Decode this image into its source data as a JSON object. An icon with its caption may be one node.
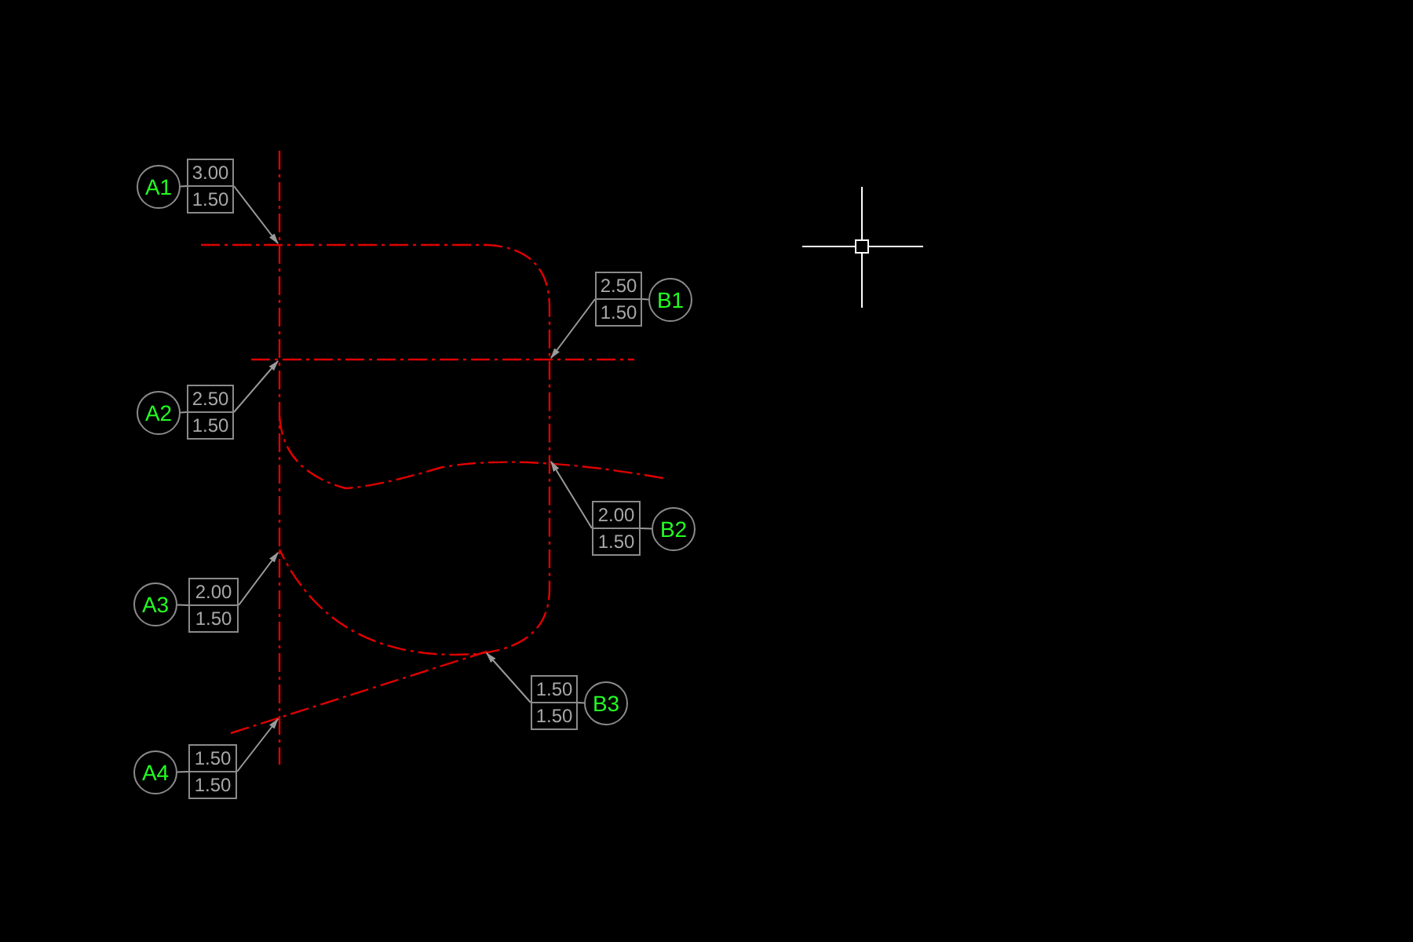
{
  "diagram": {
    "nodes": [
      {
        "text": [
          "A1"
        ]
      },
      {
        "text": [
          "3.00",
          "1.50"
        ]
      },
      {
        "text": [
          "2.50",
          "1.50"
        ]
      },
      {
        "text": [
          "B1"
        ]
      },
      {
        "text": [
          "A2"
        ]
      },
      {
        "text": [
          "2.50",
          "1.50"
        ]
      },
      {
        "text": [
          "2.00",
          "1.50"
        ]
      },
      {
        "text": [
          "B2"
        ]
      },
      {
        "text": [
          "A3"
        ]
      },
      {
        "text": [
          "2.00",
          "1.50"
        ]
      },
      {
        "text": [
          "1.50",
          "1.50"
        ]
      },
      {
        "text": [
          "B3"
        ]
      },
      {
        "text": [
          "A4"
        ]
      },
      {
        "text": [
          "1.50",
          "1.50"
        ]
      }
    ],
    "edges": [
      {
        "from": 0,
        "to": 1,
        "arrow": "none"
      },
      {
        "from": 1,
        "to": null,
        "arrow": "to"
      },
      {
        "from": 3,
        "to": 2,
        "arrow": "none"
      },
      {
        "from": 2,
        "to": null,
        "arrow": "to"
      },
      {
        "from": 4,
        "to": 5,
        "arrow": "none"
      },
      {
        "from": 5,
        "to": null,
        "arrow": "to"
      },
      {
        "from": 7,
        "to": 6,
        "arrow": "none"
      },
      {
        "from": 6,
        "to": null,
        "arrow": "to"
      },
      {
        "from": 8,
        "to": 9,
        "arrow": "none"
      },
      {
        "from": 9,
        "to": null,
        "arrow": "to"
      },
      {
        "from": 11,
        "to": 10,
        "arrow": "none"
      },
      {
        "from": 10,
        "to": null,
        "arrow": "to"
      },
      {
        "from": 12,
        "to": 13,
        "arrow": "none"
      },
      {
        "from": 13,
        "to": null,
        "arrow": "to"
      }
    ]
  }
}
